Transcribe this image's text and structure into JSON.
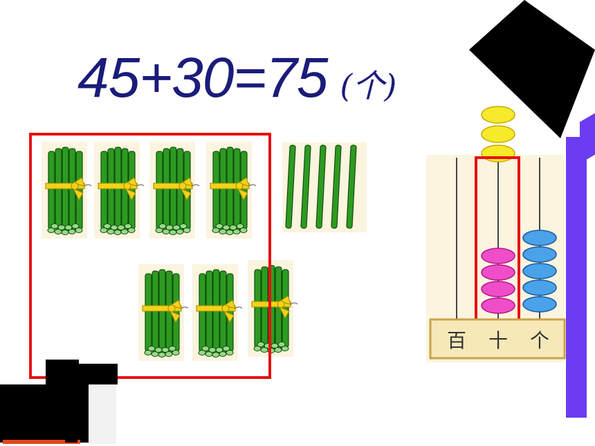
{
  "equation": {
    "text": "45+30=75",
    "unit": "(个)"
  },
  "bundles": {
    "top_row": 4,
    "bottom_row": 3,
    "loose_sticks": 5
  },
  "abacus": {
    "labels": [
      "百",
      "十",
      "个"
    ],
    "beads": {
      "hundreds": 0,
      "tens": 4,
      "ones": 5
    }
  },
  "colors": {
    "equation": "#1b1b7a",
    "highlight": "#e81010",
    "stick": "#2e9a22",
    "ribbon": "#f2d21a",
    "bead_tens": "#f04ec8",
    "bead_ones": "#4aa2e8",
    "bead_idle": "#f6ea2a",
    "bar": "#6b3cf2"
  }
}
